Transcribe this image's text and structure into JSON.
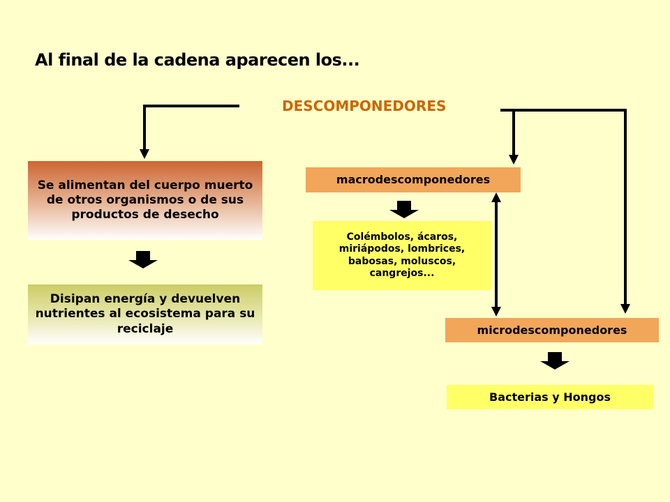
{
  "title": "Al final de la cadena aparecen los...",
  "heading": "DESCOMPONEDORES",
  "left": {
    "feeding": "Se alimentan del cuerpo muerto de otros organismos o de sus productos de desecho",
    "energy": "Disipan energía y devuelven nutrientes al ecosistema para su reciclaje"
  },
  "right": {
    "macro": "macrodescomponedores",
    "macro_examples": "Colémbolos, ácaros, miriápodos, lombrices, babosas, moluscos, cangrejos...",
    "micro": "microdescomponedores",
    "micro_examples": "Bacterias y Hongos"
  },
  "colors": {
    "background": "#ffffcc",
    "heading": "#cc6600",
    "category_box": "#f2a65a",
    "example_box": "#ffff66"
  }
}
